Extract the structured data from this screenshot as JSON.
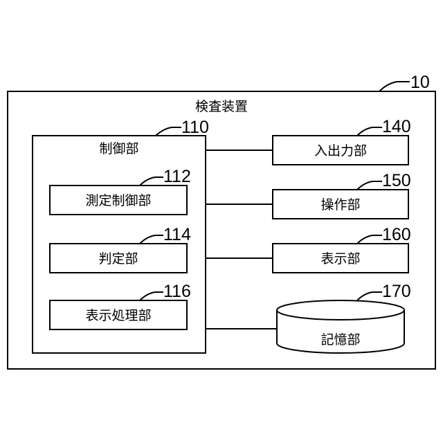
{
  "system": {
    "label": "検査装置",
    "ref": "10"
  },
  "control": {
    "label": "制御部",
    "ref": "110",
    "children": [
      {
        "label": "測定制御部",
        "ref": "112"
      },
      {
        "label": "判定部",
        "ref": "114"
      },
      {
        "label": "表示処理部",
        "ref": "116"
      }
    ]
  },
  "peripherals": [
    {
      "label": "入出力部",
      "ref": "140"
    },
    {
      "label": "操作部",
      "ref": "150"
    },
    {
      "label": "表示部",
      "ref": "160"
    },
    {
      "label": "記憶部",
      "ref": "170"
    }
  ]
}
